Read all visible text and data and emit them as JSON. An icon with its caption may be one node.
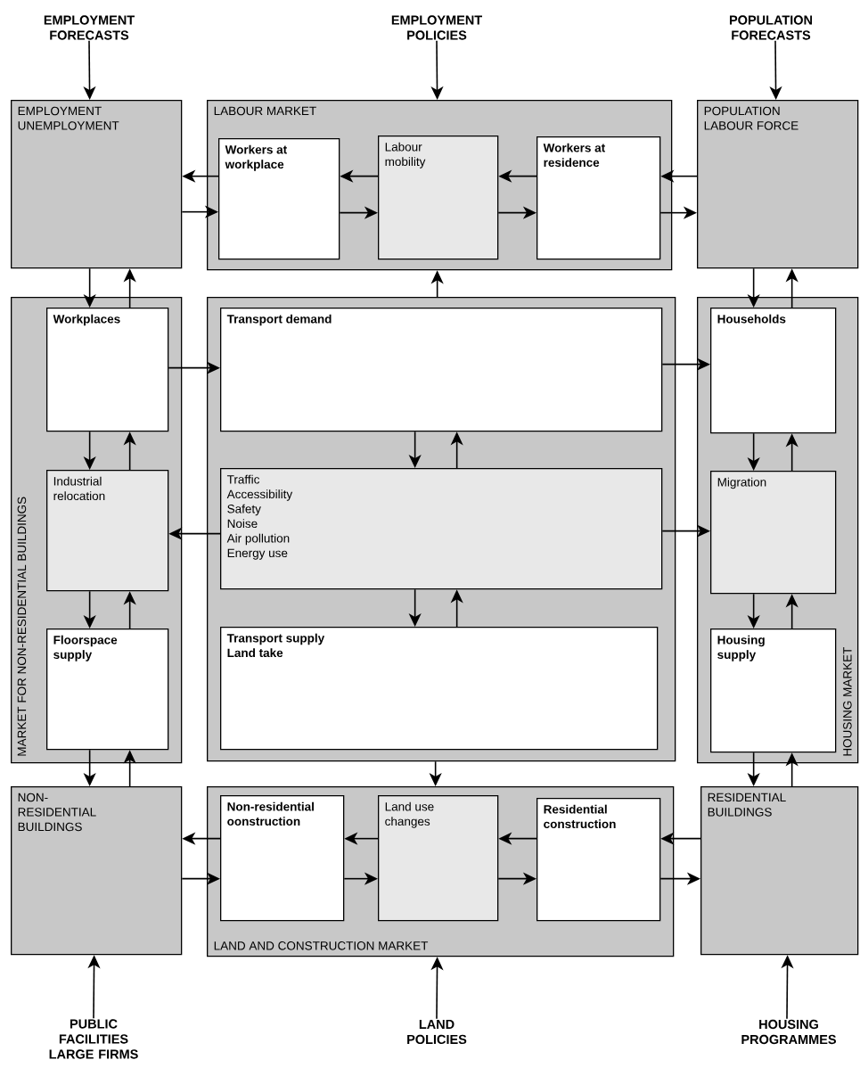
{
  "diagram": {
    "nodes": [
      {
        "text": [
          "EMPLOYMENT FORECASTS"
        ]
      },
      {
        "text": [
          "EMPLOYMENT POLICIES"
        ]
      },
      {
        "text": [
          "POPULATION FORECASTS"
        ]
      },
      {
        "text": [
          "EMPLOYMENT",
          "UNEMPLOYMENT"
        ]
      },
      {
        "text": [
          "LABOUR MARKET"
        ]
      },
      {
        "text": [
          "Workers at workplace"
        ],
        "in": 4
      },
      {
        "text": [
          "Labour mobility"
        ],
        "in": 4
      },
      {
        "text": [
          "Workers at residence"
        ],
        "in": 4
      },
      {
        "text": [
          "POPULATION",
          "LABOUR FORCE"
        ]
      },
      {
        "text": [
          "MARKET FOR NON-RESIDENTIAL BUILDINGS"
        ]
      },
      {
        "text": [
          "Workplaces"
        ],
        "in": 9
      },
      {
        "text": [
          "Industrial relocation"
        ],
        "in": 9
      },
      {
        "text": [
          "Floorspace supply"
        ],
        "in": 9
      },
      {
        "text": [],
        "shape": "box"
      },
      {
        "text": [
          "Transport demand"
        ],
        "in": 13
      },
      {
        "text": [
          "Traffic",
          "Accessibility",
          "Safety",
          "Noise",
          "Air pollution",
          "Energy use"
        ],
        "in": 13
      },
      {
        "text": [
          "Transport supply",
          "Land take"
        ],
        "in": 13
      },
      {
        "text": [
          "HOUSING MARKET"
        ]
      },
      {
        "text": [
          "Households"
        ],
        "in": 17
      },
      {
        "text": [
          "Migration"
        ],
        "in": 17
      },
      {
        "text": [
          "Housing supply"
        ],
        "in": 17
      },
      {
        "text": [
          "NON-RESIDENTIAL BUILDINGS"
        ]
      },
      {
        "text": [
          "LAND AND CONSTRUCTION MARKET"
        ]
      },
      {
        "text": [
          "Non-residential oonstruction"
        ],
        "in": 22
      },
      {
        "text": [
          "Land use changes"
        ],
        "in": 22
      },
      {
        "text": [
          "Residential construction"
        ],
        "in": 22
      },
      {
        "text": [
          "RESIDENTIAL BUILDINGS"
        ]
      },
      {
        "text": [
          "PUBLIC FACILITIES",
          "LARGE FIRMS"
        ]
      },
      {
        "text": [
          "LAND POLICIES"
        ]
      },
      {
        "text": [
          "HOUSING PROGRAMMES"
        ]
      }
    ],
    "edges": [
      {
        "from": 0,
        "to": 3,
        "arrow": "to"
      },
      {
        "from": 1,
        "to": 4,
        "arrow": "to"
      },
      {
        "from": 2,
        "to": 8,
        "arrow": "to"
      },
      {
        "from": 5,
        "to": 3,
        "arrow": "to"
      },
      {
        "from": 3,
        "to": 5,
        "arrow": "to"
      },
      {
        "from": 6,
        "to": 5,
        "arrow": "to"
      },
      {
        "from": 5,
        "to": 6,
        "arrow": "to"
      },
      {
        "from": 7,
        "to": 6,
        "arrow": "to"
      },
      {
        "from": 6,
        "to": 7,
        "arrow": "to"
      },
      {
        "from": 8,
        "to": 7,
        "arrow": "to"
      },
      {
        "from": 7,
        "to": 8,
        "arrow": "to"
      },
      {
        "from": 3,
        "to": 10,
        "arrow": "to"
      },
      {
        "from": 10,
        "to": 3,
        "arrow": "to"
      },
      {
        "from": 8,
        "to": 18,
        "arrow": "to"
      },
      {
        "from": 18,
        "to": 8,
        "arrow": "to"
      },
      {
        "from": 13,
        "to": 4,
        "arrow": "to"
      },
      {
        "from": 10,
        "to": 14,
        "arrow": "to"
      },
      {
        "from": 14,
        "to": 18,
        "arrow": "to"
      },
      {
        "from": 10,
        "to": 11,
        "arrow": "to"
      },
      {
        "from": 11,
        "to": 10,
        "arrow": "to"
      },
      {
        "from": 14,
        "to": 15,
        "arrow": "to"
      },
      {
        "from": 15,
        "to": 14,
        "arrow": "to"
      },
      {
        "from": 15,
        "to": 11,
        "arrow": "to"
      },
      {
        "from": 15,
        "to": 19,
        "arrow": "to"
      },
      {
        "from": 18,
        "to": 19,
        "arrow": "to"
      },
      {
        "from": 19,
        "to": 18,
        "arrow": "to"
      },
      {
        "from": 11,
        "to": 12,
        "arrow": "to"
      },
      {
        "from": 12,
        "to": 11,
        "arrow": "to"
      },
      {
        "from": 15,
        "to": 16,
        "arrow": "to"
      },
      {
        "from": 16,
        "to": 15,
        "arrow": "to"
      },
      {
        "from": 19,
        "to": 20,
        "arrow": "to"
      },
      {
        "from": 20,
        "to": 19,
        "arrow": "to"
      },
      {
        "from": 12,
        "to": 21,
        "arrow": "to"
      },
      {
        "from": 21,
        "to": 12,
        "arrow": "to"
      },
      {
        "from": 20,
        "to": 26,
        "arrow": "to"
      },
      {
        "from": 26,
        "to": 20,
        "arrow": "to"
      },
      {
        "from": 13,
        "to": 22,
        "arrow": "to"
      },
      {
        "from": 24,
        "to": 23,
        "arrow": "to"
      },
      {
        "from": 23,
        "to": 24,
        "arrow": "to"
      },
      {
        "from": 25,
        "to": 24,
        "arrow": "to"
      },
      {
        "from": 24,
        "to": 25,
        "arrow": "to"
      },
      {
        "from": 26,
        "to": 25,
        "arrow": "to"
      },
      {
        "from": 25,
        "to": 26,
        "arrow": "to"
      },
      {
        "from": 23,
        "to": 21,
        "arrow": "to"
      },
      {
        "from": 21,
        "to": 23,
        "arrow": "to"
      },
      {
        "from": 27,
        "to": 21,
        "arrow": "to"
      },
      {
        "from": 28,
        "to": 22,
        "arrow": "to"
      },
      {
        "from": 29,
        "to": 26,
        "arrow": "to"
      }
    ]
  }
}
